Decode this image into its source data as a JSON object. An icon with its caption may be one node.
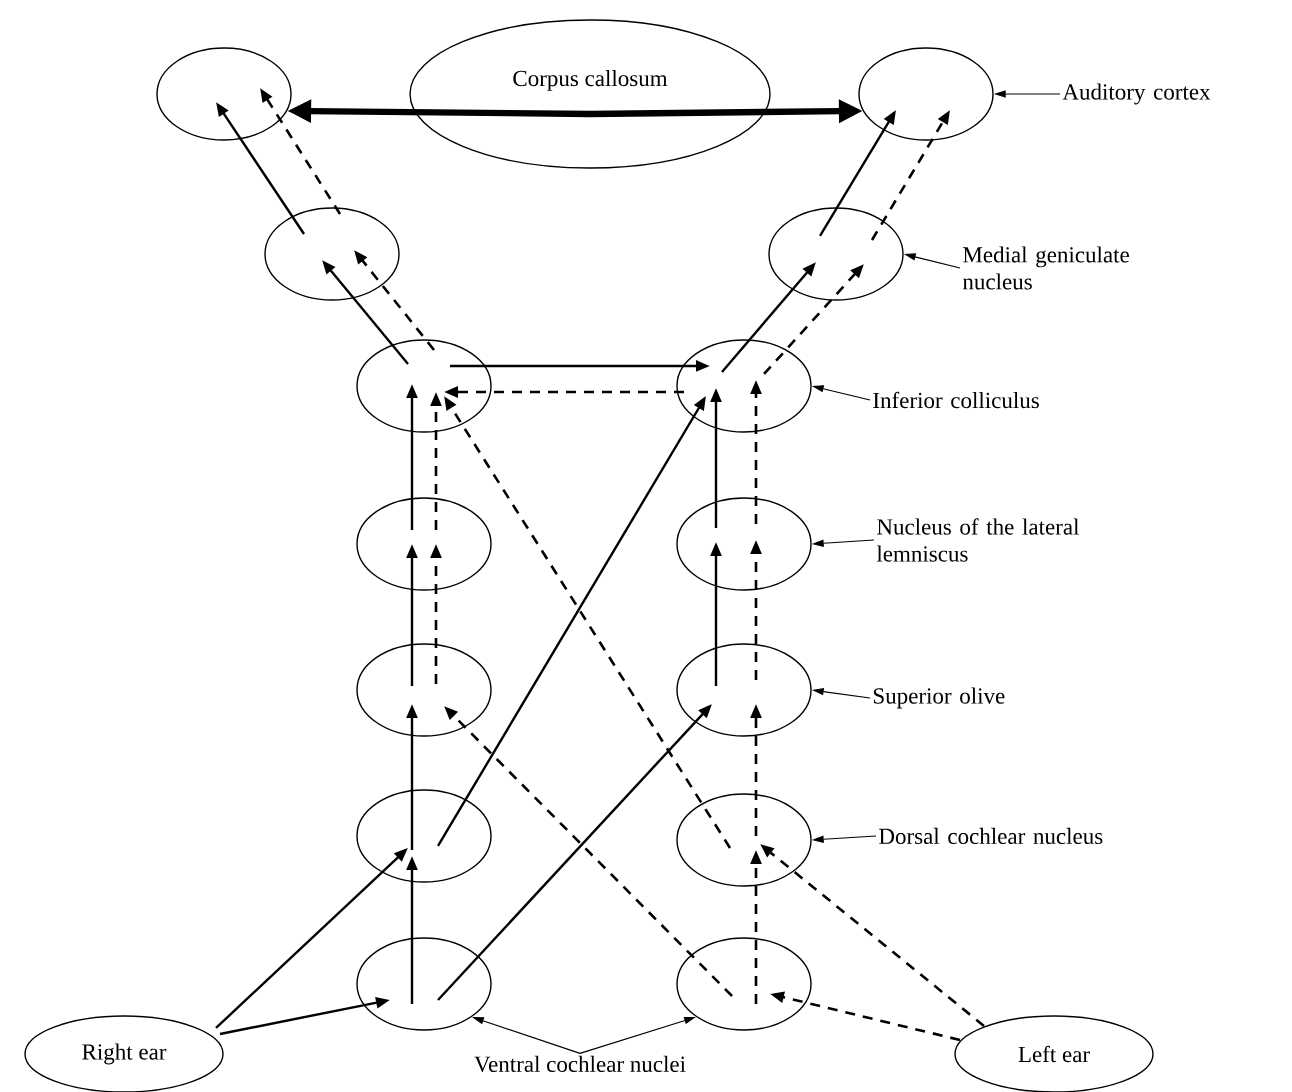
{
  "diagram": {
    "nodes": [
      {
        "text": [
          "Corpus callosum"
        ]
      },
      {
        "text": [],
        "shape": "ellipse"
      },
      {
        "text": [],
        "shape": "ellipse"
      },
      {
        "text": [
          "Auditory  cortex"
        ]
      },
      {
        "text": [],
        "shape": "ellipse"
      },
      {
        "text": [],
        "shape": "ellipse"
      },
      {
        "text": [
          "Medial geniculate nucleus"
        ]
      },
      {
        "text": [],
        "shape": "ellipse"
      },
      {
        "text": [],
        "shape": "ellipse"
      },
      {
        "text": [
          "Inferior colliculus"
        ]
      },
      {
        "text": [],
        "shape": "ellipse"
      },
      {
        "text": [],
        "shape": "ellipse"
      },
      {
        "text": [
          "Nucleus of the lateral lemniscus"
        ]
      },
      {
        "text": [],
        "shape": "ellipse"
      },
      {
        "text": [],
        "shape": "ellipse"
      },
      {
        "text": [
          "Superior olive"
        ]
      },
      {
        "text": [],
        "shape": "ellipse"
      },
      {
        "text": [],
        "shape": "ellipse"
      },
      {
        "text": [
          "Dorsal cochlear nucleus"
        ]
      },
      {
        "text": [],
        "shape": "ellipse"
      },
      {
        "text": [],
        "shape": "ellipse"
      },
      {
        "text": [
          "Right ear"
        ]
      },
      {
        "text": [
          "Ventral cochlear nuclei"
        ]
      },
      {
        "text": [
          "Left ear"
        ]
      }
    ],
    "edges": [
      {
        "from": 21,
        "to": 19,
        "arrow": "to"
      },
      {
        "from": 21,
        "to": 16,
        "arrow": "to"
      },
      {
        "from": 19,
        "to": 16,
        "arrow": "to"
      },
      {
        "from": 16,
        "to": 13,
        "arrow": "to"
      },
      {
        "from": 13,
        "to": 10,
        "arrow": "to"
      },
      {
        "from": 10,
        "to": 7,
        "arrow": "to"
      },
      {
        "from": 19,
        "to": 14,
        "arrow": "to"
      },
      {
        "from": 16,
        "to": 8,
        "arrow": "to"
      },
      {
        "from": 7,
        "to": 8,
        "arrow": "to"
      },
      {
        "from": 14,
        "to": 11,
        "arrow": "to"
      },
      {
        "from": 11,
        "to": 8,
        "arrow": "to"
      },
      {
        "from": 8,
        "to": 5,
        "arrow": "to"
      },
      {
        "from": 5,
        "to": 2,
        "arrow": "to"
      },
      {
        "from": 7,
        "to": 4,
        "arrow": "to"
      },
      {
        "from": 4,
        "to": 1,
        "arrow": "to"
      },
      {
        "from": 23,
        "to": 20,
        "arrow": "to",
        "style": "dashed"
      },
      {
        "from": 23,
        "to": 17,
        "arrow": "to",
        "style": "dashed"
      },
      {
        "from": 20,
        "to": 17,
        "arrow": "to",
        "style": "dashed"
      },
      {
        "from": 17,
        "to": 14,
        "arrow": "to",
        "style": "dashed"
      },
      {
        "from": 14,
        "to": 11,
        "arrow": "to",
        "style": "dashed"
      },
      {
        "from": 11,
        "to": 8,
        "arrow": "to",
        "style": "dashed"
      },
      {
        "from": 8,
        "to": 7,
        "arrow": "to",
        "style": "dashed"
      },
      {
        "from": 20,
        "to": 13,
        "arrow": "to",
        "style": "dashed"
      },
      {
        "from": 17,
        "to": 7,
        "arrow": "to",
        "style": "dashed"
      },
      {
        "from": 13,
        "to": 10,
        "arrow": "to",
        "style": "dashed"
      },
      {
        "from": 10,
        "to": 7,
        "arrow": "to",
        "style": "dashed"
      },
      {
        "from": 8,
        "to": 5,
        "arrow": "to",
        "style": "dashed"
      },
      {
        "from": 5,
        "to": 2,
        "arrow": "to",
        "style": "dashed"
      },
      {
        "from": 7,
        "to": 4,
        "arrow": "to",
        "style": "dashed"
      },
      {
        "from": 4,
        "to": 1,
        "arrow": "to",
        "style": "dashed"
      },
      {
        "from": 0,
        "to": 1,
        "arrow": "to",
        "style": "thick"
      },
      {
        "from": 0,
        "to": 2,
        "arrow": "to",
        "style": "thick"
      },
      {
        "from": 3,
        "to": 2,
        "arrow": "to"
      },
      {
        "from": 6,
        "to": 5,
        "arrow": "to"
      },
      {
        "from": 9,
        "to": 8,
        "arrow": "to"
      },
      {
        "from": 12,
        "to": 11,
        "arrow": "to"
      },
      {
        "from": 15,
        "to": 14,
        "arrow": "to"
      },
      {
        "from": 18,
        "to": 17,
        "arrow": "to"
      },
      {
        "from": 22,
        "to": 19,
        "arrow": "to"
      },
      {
        "from": 22,
        "to": 20,
        "arrow": "to"
      }
    ]
  }
}
